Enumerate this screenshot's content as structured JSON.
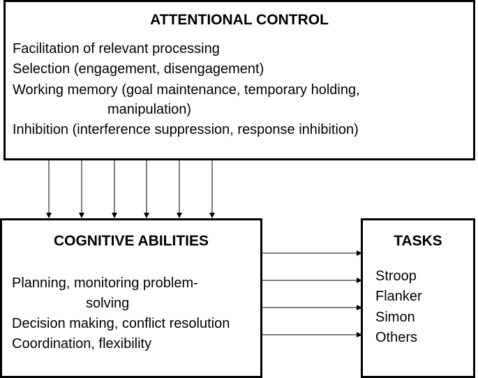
{
  "attentional_control": {
    "title": "ATTENTIONAL CONTROL",
    "lines": [
      "Facilitation of relevant processing",
      "Selection (engagement, disengagement)",
      "Working memory (goal maintenance, temporary holding,",
      "manipulation)",
      "Inhibition (interference suppression, response inhibition)"
    ]
  },
  "cognitive_abilities": {
    "title": "COGNITIVE ABILITIES",
    "lines": [
      "Planning, monitoring problem-",
      "solving",
      "Decision making, conflict resolution",
      "Coordination, flexibility"
    ]
  },
  "tasks": {
    "title": "TASKS",
    "items": [
      "Stroop",
      "Flanker",
      "Simon",
      "Others"
    ]
  }
}
